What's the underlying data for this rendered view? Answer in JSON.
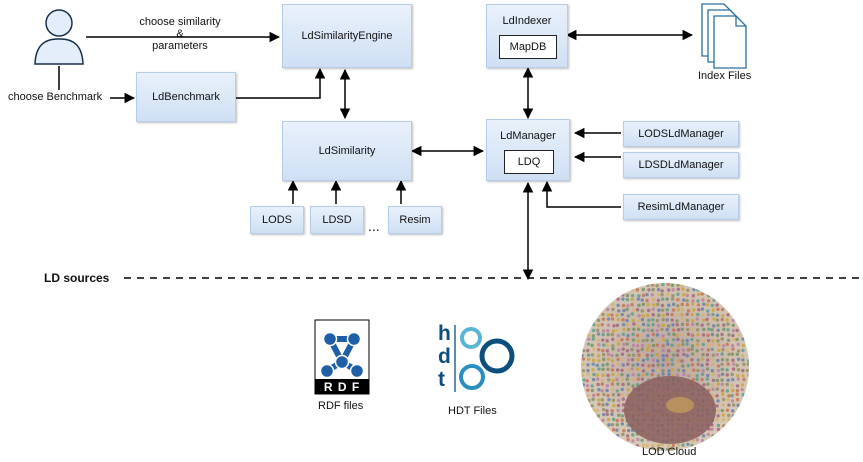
{
  "user": {
    "choose_similarity": "choose similarity",
    "ampersand": "&",
    "parameters": "parameters",
    "choose_benchmark": "choose Benchmark"
  },
  "components": {
    "engine": "LdSimilarityEngine",
    "benchmark": "LdBenchmark",
    "similarity": "LdSimilarity",
    "indexer": "LdIndexer",
    "mapdb": "MapDB",
    "manager": "LdManager",
    "ldq": "LDQ",
    "lods_manager": "LODSLdManager",
    "ldsd_manager": "LDSDLdManager",
    "resim_manager": "ResimLdManager",
    "lods": "LODS",
    "ldsd": "LDSD",
    "ellipsis": "...",
    "resim": "Resim"
  },
  "index_files": "Index Files",
  "sources": {
    "heading": "LD sources",
    "rdf_logo_text": "R D F",
    "rdf_files": "RDF files",
    "hdt_logo_text": "hdt",
    "hdt_files": "HDT Files",
    "lod_cloud": "LOD Cloud"
  },
  "colors": {
    "box_fill": "#dbe7f6",
    "rdf_blue": "#1f5fa8",
    "hdt_ring_light": "#5ab4d6",
    "hdt_ring_dark": "#0d4f7c"
  }
}
